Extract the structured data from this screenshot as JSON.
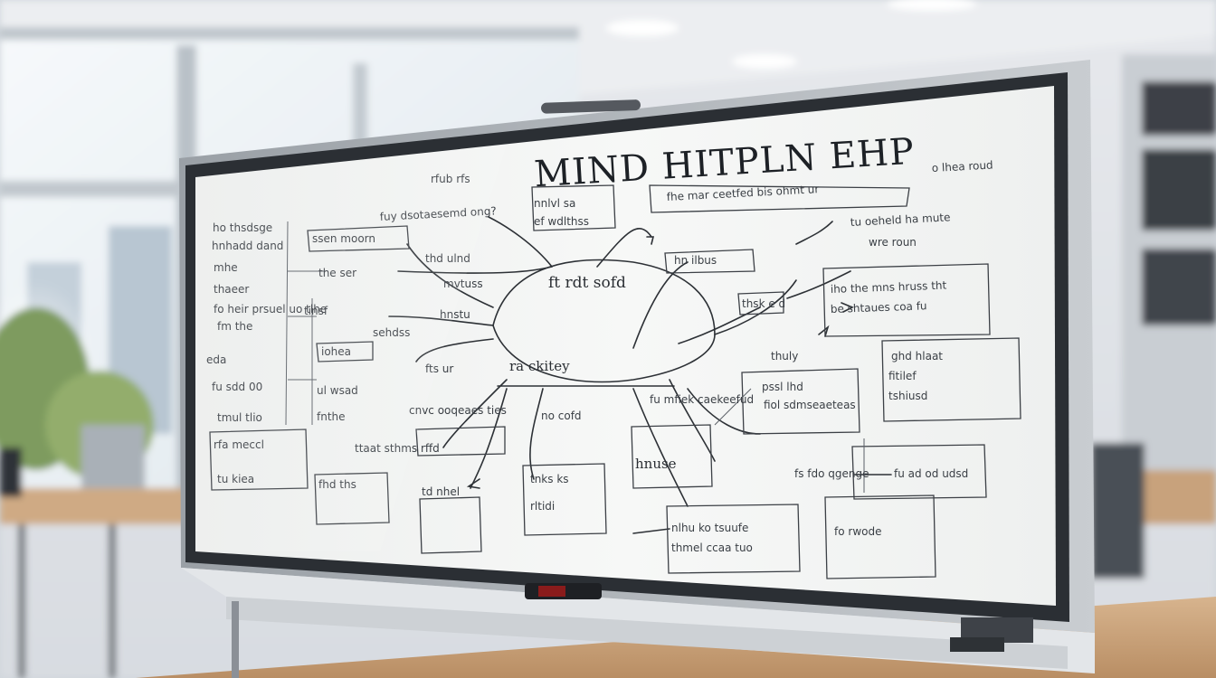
{
  "scene": {
    "description_free": true,
    "colors": {
      "wall": "#e4e6ea",
      "ceiling": "#dfe2e6",
      "window_glass": "#eef3f6",
      "board_surface": "#f4f5f4",
      "board_frame": "#2b2f34",
      "table": "#c9a27a",
      "greenery": "#7a9a5a",
      "marker": "#1e2024"
    }
  },
  "board": {
    "title": "MIND HITPLN EHP",
    "labels": [
      "rfub rfs",
      "fhe mar ceetfed bis ohmt ur",
      "o lhea roud",
      "nnlvl sa",
      "fuy dsotaesemd ong?",
      "ef  wdlthss",
      "ho thsdsge",
      "tu oeheld ha mute",
      "wre roun",
      "hnhadd dand",
      "ssen moorn",
      "thd ulnd",
      "hn ilbus",
      "mhe",
      "the ser",
      "mvtuss",
      "ft rdt sofd",
      "iho the mns hruss tht",
      "be shtaues coa fu",
      "thaeer",
      "thsk e d",
      "fo heir prsuel uo tlhe",
      "hnstu",
      "tinsf",
      "fm the",
      "sehdss",
      "iohea",
      "ghd hlaat",
      "thuly",
      "eda",
      "ra ckitey",
      "fts ur",
      "fitilef",
      "fu sdd 00",
      "ul wsad",
      "pssl lhd",
      "tshiusd",
      "fu mfiek caekeefud",
      "fiol sdmseaeteas",
      "cnvc ooqeaes ties",
      "no cofd",
      "tmul tlio",
      "fnthe",
      "rfa meccl",
      "ttaat sthms rffd",
      "hnuse",
      "fs fdo qgenge",
      "fu ad od udsd",
      "tnks ks",
      "tu kiea",
      "fhd ths",
      "td nhel",
      "rltidi",
      "nlhu ko tsuufe",
      "fo rwode",
      "thmel ccaa tuo"
    ]
  }
}
